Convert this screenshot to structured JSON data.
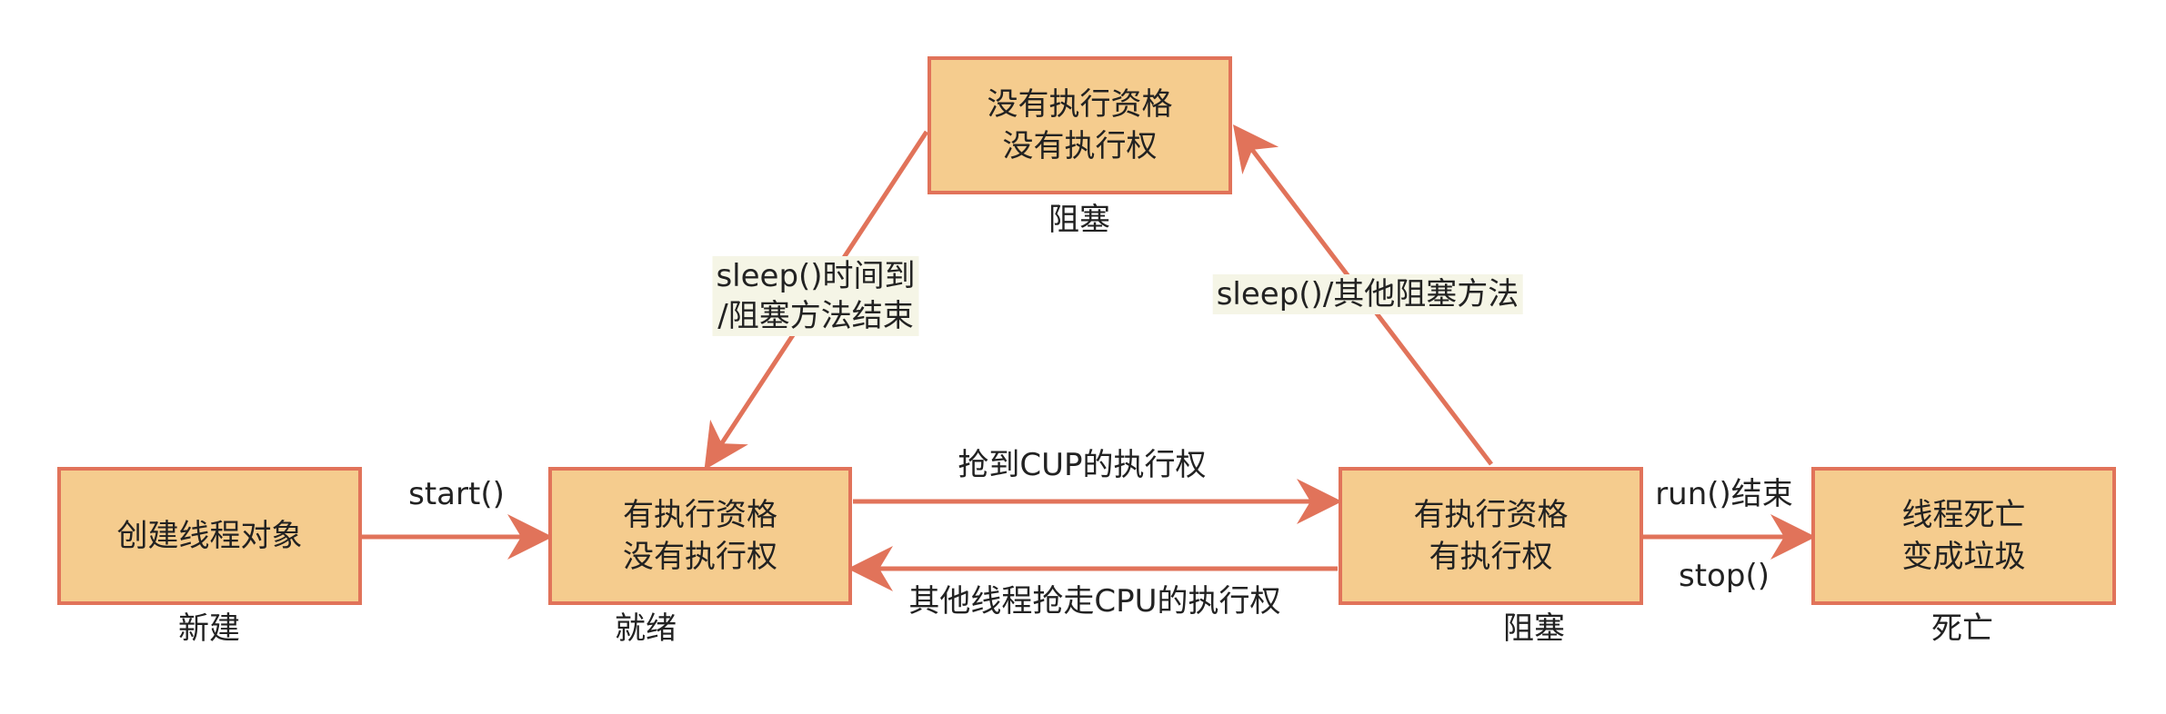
{
  "colors": {
    "node_fill": "#f5cc8e",
    "node_border": "#e1735a",
    "edge": "#e1735a",
    "label_background": "#f5f5e6"
  },
  "nodes": {
    "new": {
      "label": "创建线程对象",
      "state": "新建"
    },
    "ready": {
      "line1": "有执行资格",
      "line2": "没有执行权",
      "state": "就绪"
    },
    "running": {
      "line1": "有执行资格",
      "line2": "有执行权",
      "state": "阻塞"
    },
    "blocked": {
      "line1": "没有执行资格",
      "line2": "没有执行权",
      "state": "阻塞"
    },
    "dead": {
      "line1": "线程死亡",
      "line2": "变成垃圾",
      "state": "死亡"
    }
  },
  "edges": {
    "start": "start()",
    "get_cpu": "抢到CUP的执行权",
    "lose_cpu": "其他线程抢走CPU的执行权",
    "to_blocked": "sleep()/其他阻塞方法",
    "wake_line1": "sleep()时间到",
    "wake_line2": "/阻塞方法结束",
    "run_end": "run()结束",
    "stop": "stop()"
  }
}
